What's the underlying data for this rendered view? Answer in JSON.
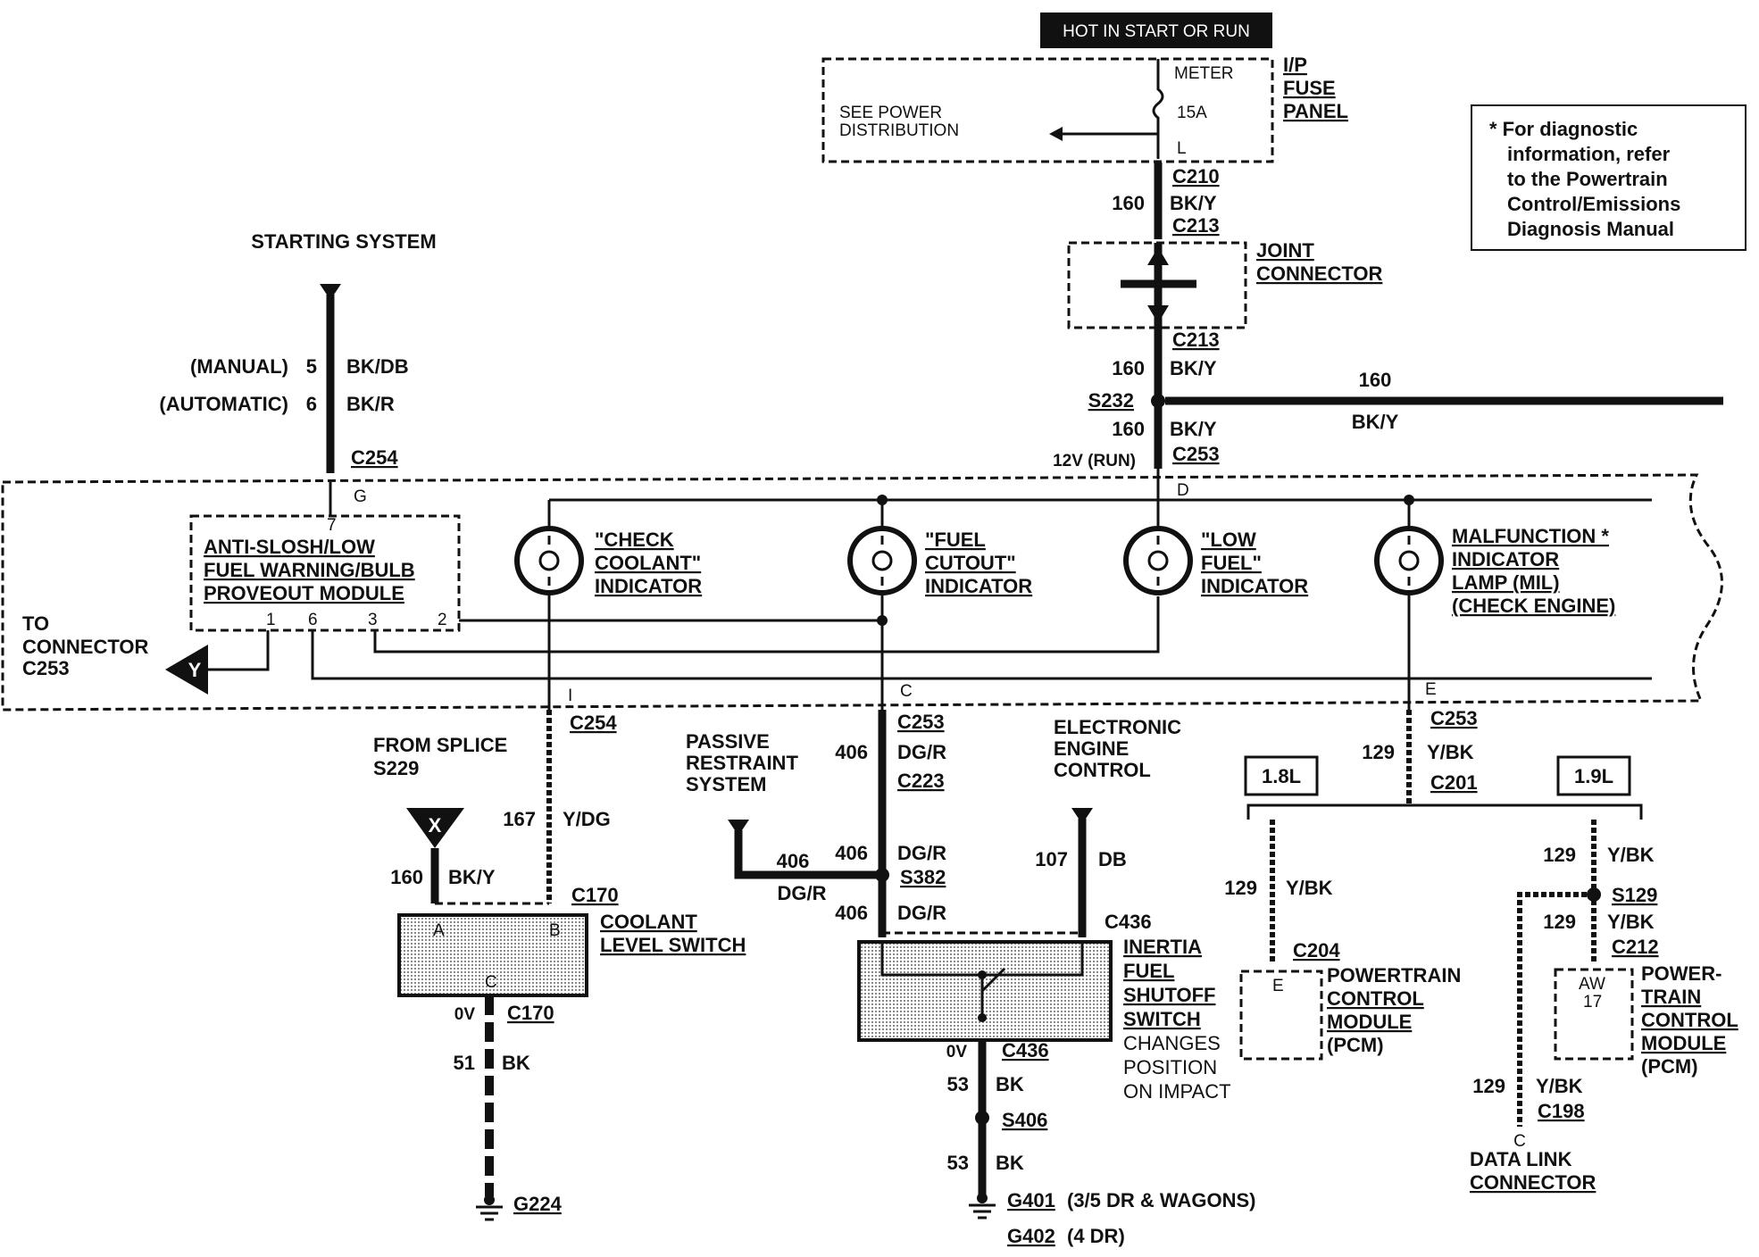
{
  "header": {
    "hot_label": "HOT IN START OR RUN"
  },
  "fuse_panel": {
    "name_lines": [
      "I/P",
      "FUSE",
      "PANEL"
    ],
    "see_lines": [
      "SEE POWER",
      "DISTRIBUTION"
    ],
    "meter": "METER",
    "amp": "15A",
    "pin": "L"
  },
  "note_lines": [
    "* For diagnostic",
    "information, refer",
    "to the Powertrain",
    "Control/Emissions",
    "Diagnosis Manual"
  ],
  "top_wire": {
    "c210": "C210",
    "c213": "C213",
    "c213b": "C213",
    "c253": "C253",
    "circuit": "160",
    "color": "BK/Y",
    "circuit2": "160",
    "color2": "BK/Y",
    "circuit3": "160",
    "color3": "BK/Y",
    "splice": "S232",
    "branch_circuit": "160",
    "branch_color": "BK/Y",
    "run_label": "12V (RUN)",
    "pin_d": "D"
  },
  "joint_connector": [
    "JOINT",
    "CONNECTOR"
  ],
  "starting": {
    "title": "STARTING SYSTEM",
    "manual": "(MANUAL)",
    "manual_circuit": "5",
    "manual_color": "BK/DB",
    "auto": "(AUTOMATIC)",
    "auto_circuit": "6",
    "auto_color": "BK/R",
    "connector": "C254",
    "pin_g": "G",
    "pin_7": "7"
  },
  "cluster": {
    "module_lines": [
      "ANTI-SLOSH/LOW",
      "FUEL WARNING/BULB",
      "PROVEOUT MODULE"
    ],
    "module_pins": [
      "1",
      "6",
      "3",
      "2"
    ],
    "to_connector": [
      "TO",
      "CONNECTOR",
      "C253"
    ],
    "ref_y": "Y",
    "coolant_ind": [
      "\"CHECK",
      "COOLANT\"",
      "INDICATOR"
    ],
    "fuel_cutout_ind": [
      "\"FUEL",
      "CUTOUT\"",
      "INDICATOR"
    ],
    "low_fuel_ind": [
      "\"LOW",
      "FUEL\"",
      "INDICATOR"
    ],
    "mil": [
      "MALFUNCTION *",
      "INDICATOR",
      "LAMP (MIL)",
      "(CHECK ENGINE)"
    ],
    "pin_i": "I",
    "pin_c": "C",
    "pin_e": "E"
  },
  "coolant": {
    "from_splice": "FROM SPLICE",
    "splice": "S229",
    "c254": "C254",
    "circuit": "167",
    "color": "Y/DG",
    "ref_x": "X",
    "x_circuit": "160",
    "x_color": "BK/Y",
    "c170": "C170",
    "pin_a": "A",
    "pin_b": "B",
    "pin_c": "C",
    "switch_lines": [
      "COOLANT",
      "LEVEL SWITCH"
    ],
    "ov": "0V",
    "c170b": "C170",
    "gnd_circuit": "51",
    "gnd_color": "BK",
    "ground": "G224"
  },
  "inertia": {
    "c253": "C253",
    "circuit": "406",
    "color": "DG/R",
    "c223": "C223",
    "passive_lines": [
      "PASSIVE",
      "RESTRAINT",
      "SYSTEM"
    ],
    "eec_lines": [
      "ELECTRONIC",
      "ENGINE",
      "CONTROL"
    ],
    "s382": "S382",
    "branch_circuit": "406",
    "branch_color": "DG/R",
    "circuit2": "406",
    "color2": "DG/R",
    "circuit3": "406",
    "color3": "DG/R",
    "db_circuit": "107",
    "db_color": "DB",
    "c436": "C436",
    "switch_lines": [
      "INERTIA",
      "FUEL",
      "SHUTOFF",
      "SWITCH"
    ],
    "changes_lines": [
      "CHANGES",
      "POSITION",
      "ON IMPACT"
    ],
    "ov": "0V",
    "c436b": "C436",
    "gnd_circuit": "53",
    "gnd_color": "BK",
    "s406": "S406",
    "gnd_circuit2": "53",
    "gnd_color2": "BK",
    "g401": "G401",
    "g401_note": "(3/5 DR & WAGONS)",
    "g402": "G402",
    "g402_note": "(4 DR)"
  },
  "mil_circuit": {
    "c253": "C253",
    "circuit": "129",
    "color": "Y/BK",
    "c201": "C201",
    "eng18": "1.8L",
    "eng19": "1.9L",
    "l_circuit": "129",
    "l_color": "Y/BK",
    "c204": "C204",
    "pin_e": "E",
    "pcm18": [
      "POWERTRAIN",
      "CONTROL",
      "MODULE",
      "(PCM)"
    ],
    "r_circuit": "129",
    "r_color": "Y/BK",
    "s129": "S129",
    "r_circuit2": "129",
    "r_color2": "Y/BK",
    "c212": "C212",
    "pin_aw": "AW",
    "pin_17": "17",
    "pcm19": [
      "POWER-",
      "TRAIN",
      "CONTROL",
      "MODULE",
      "(PCM)"
    ],
    "dl_circuit": "129",
    "dl_color": "Y/BK",
    "c198": "C198",
    "dl_pin": "C",
    "dlc": [
      "DATA LINK",
      "CONNECTOR"
    ]
  }
}
